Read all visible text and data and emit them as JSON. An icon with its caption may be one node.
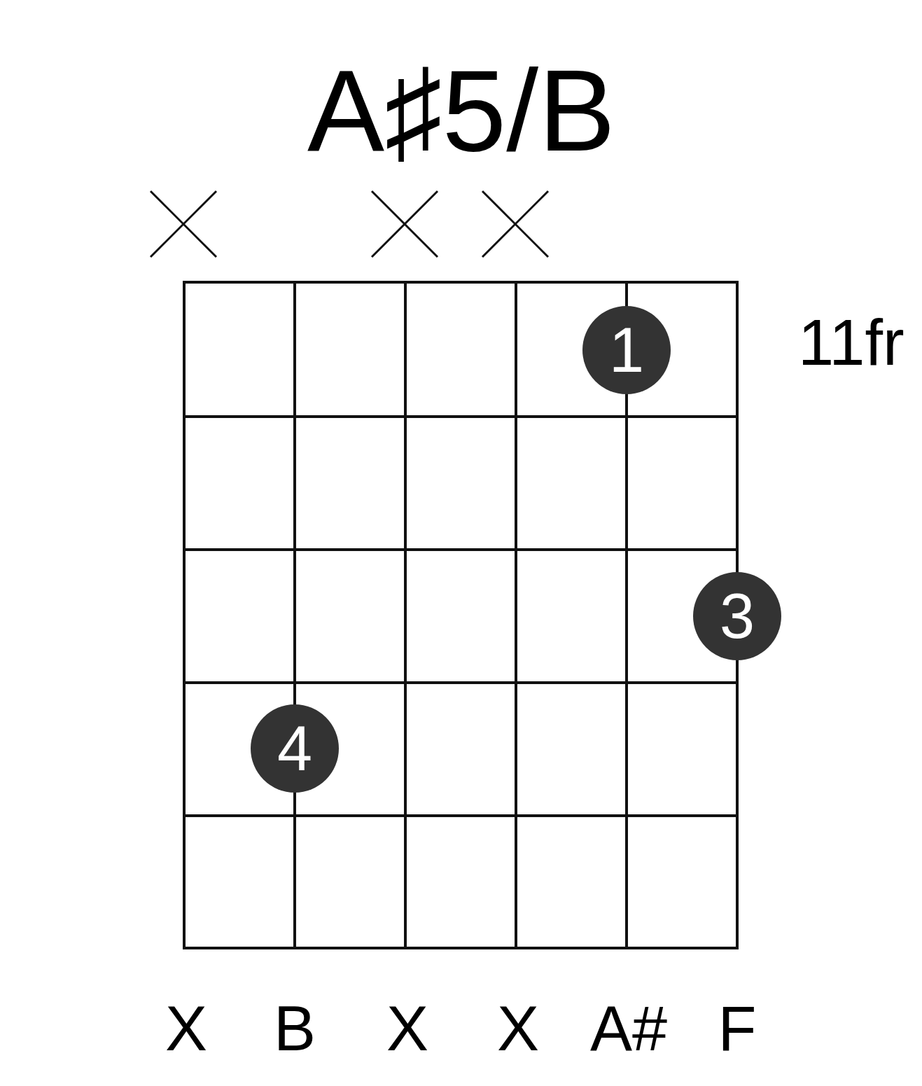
{
  "diagram": {
    "title": "A♯5/B",
    "nodes": [
      {
        "text": [
          "1"
        ]
      },
      {
        "text": [
          "3"
        ]
      },
      {
        "text": [
          "4"
        ]
      }
    ],
    "labels": [
      "11fr",
      "X",
      "B",
      "X",
      "X",
      "A#",
      "F"
    ]
  }
}
